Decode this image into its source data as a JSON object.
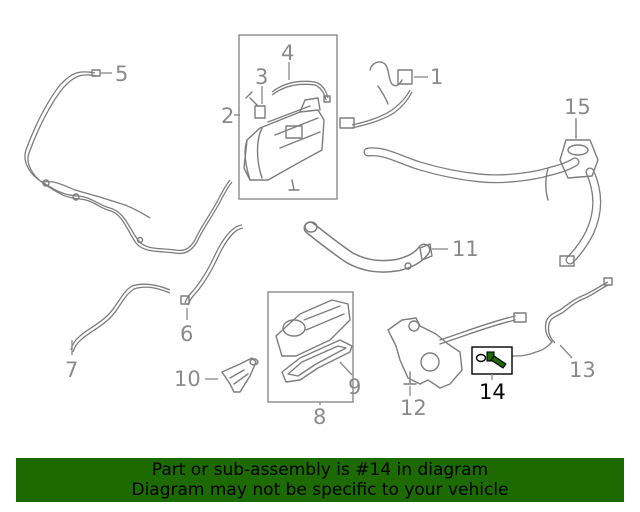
{
  "callouts": {
    "c1": "1",
    "c2": "2",
    "c3": "3",
    "c4": "4",
    "c5": "5",
    "c6": "6",
    "c7": "7",
    "c8": "8",
    "c9": "9",
    "c10": "10",
    "c11": "11",
    "c12": "12",
    "c13": "13",
    "c14": "14",
    "c15": "15"
  },
  "highlight": {
    "part_number": "14",
    "color": "#1c6a00"
  },
  "footer": {
    "line1": "Part or sub-assembly is #14 in diagram",
    "line2": "Diagram may not be specific to your vehicle",
    "background": "#1c6a00"
  }
}
